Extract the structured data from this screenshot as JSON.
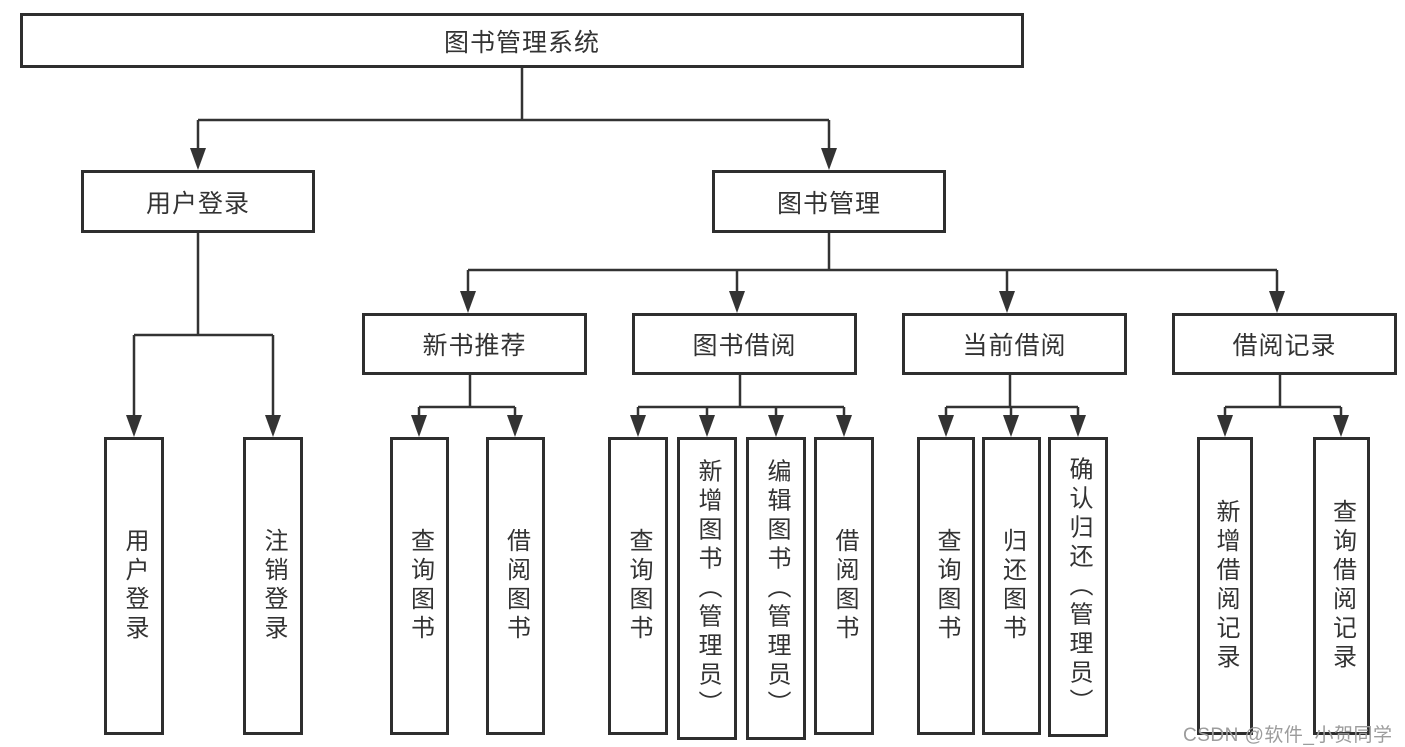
{
  "diagram": {
    "title": "图书管理系统",
    "level2": {
      "user_login": "用户登录",
      "book_mgmt": "图书管理"
    },
    "level3": {
      "new_book_rec": "新书推荐",
      "book_borrow": "图书借阅",
      "current_borrow": "当前借阅",
      "borrow_records": "借阅记录"
    },
    "leaves": {
      "user_login_leaf": "用户登录",
      "logout": "注销登录",
      "nb_query": "查询图书",
      "nb_borrow": "借阅图书",
      "bb_query": "查询图书",
      "bb_add": "新增图书（管理员）",
      "bb_edit": "编辑图书（管理员）",
      "bb_borrow": "借阅图书",
      "cb_query": "查询图书",
      "cb_return": "归还图书",
      "cb_confirm": "确认归还（管理员）",
      "br_add": "新增借阅记录",
      "br_query": "查询借阅记录"
    }
  },
  "watermark": "CSDN @软件_小贺同学",
  "colors": {
    "line": "#333333",
    "box_border": "#2e2e2e",
    "text": "#333333",
    "watermark": "#9c9c9c",
    "background": "#ffffff"
  }
}
